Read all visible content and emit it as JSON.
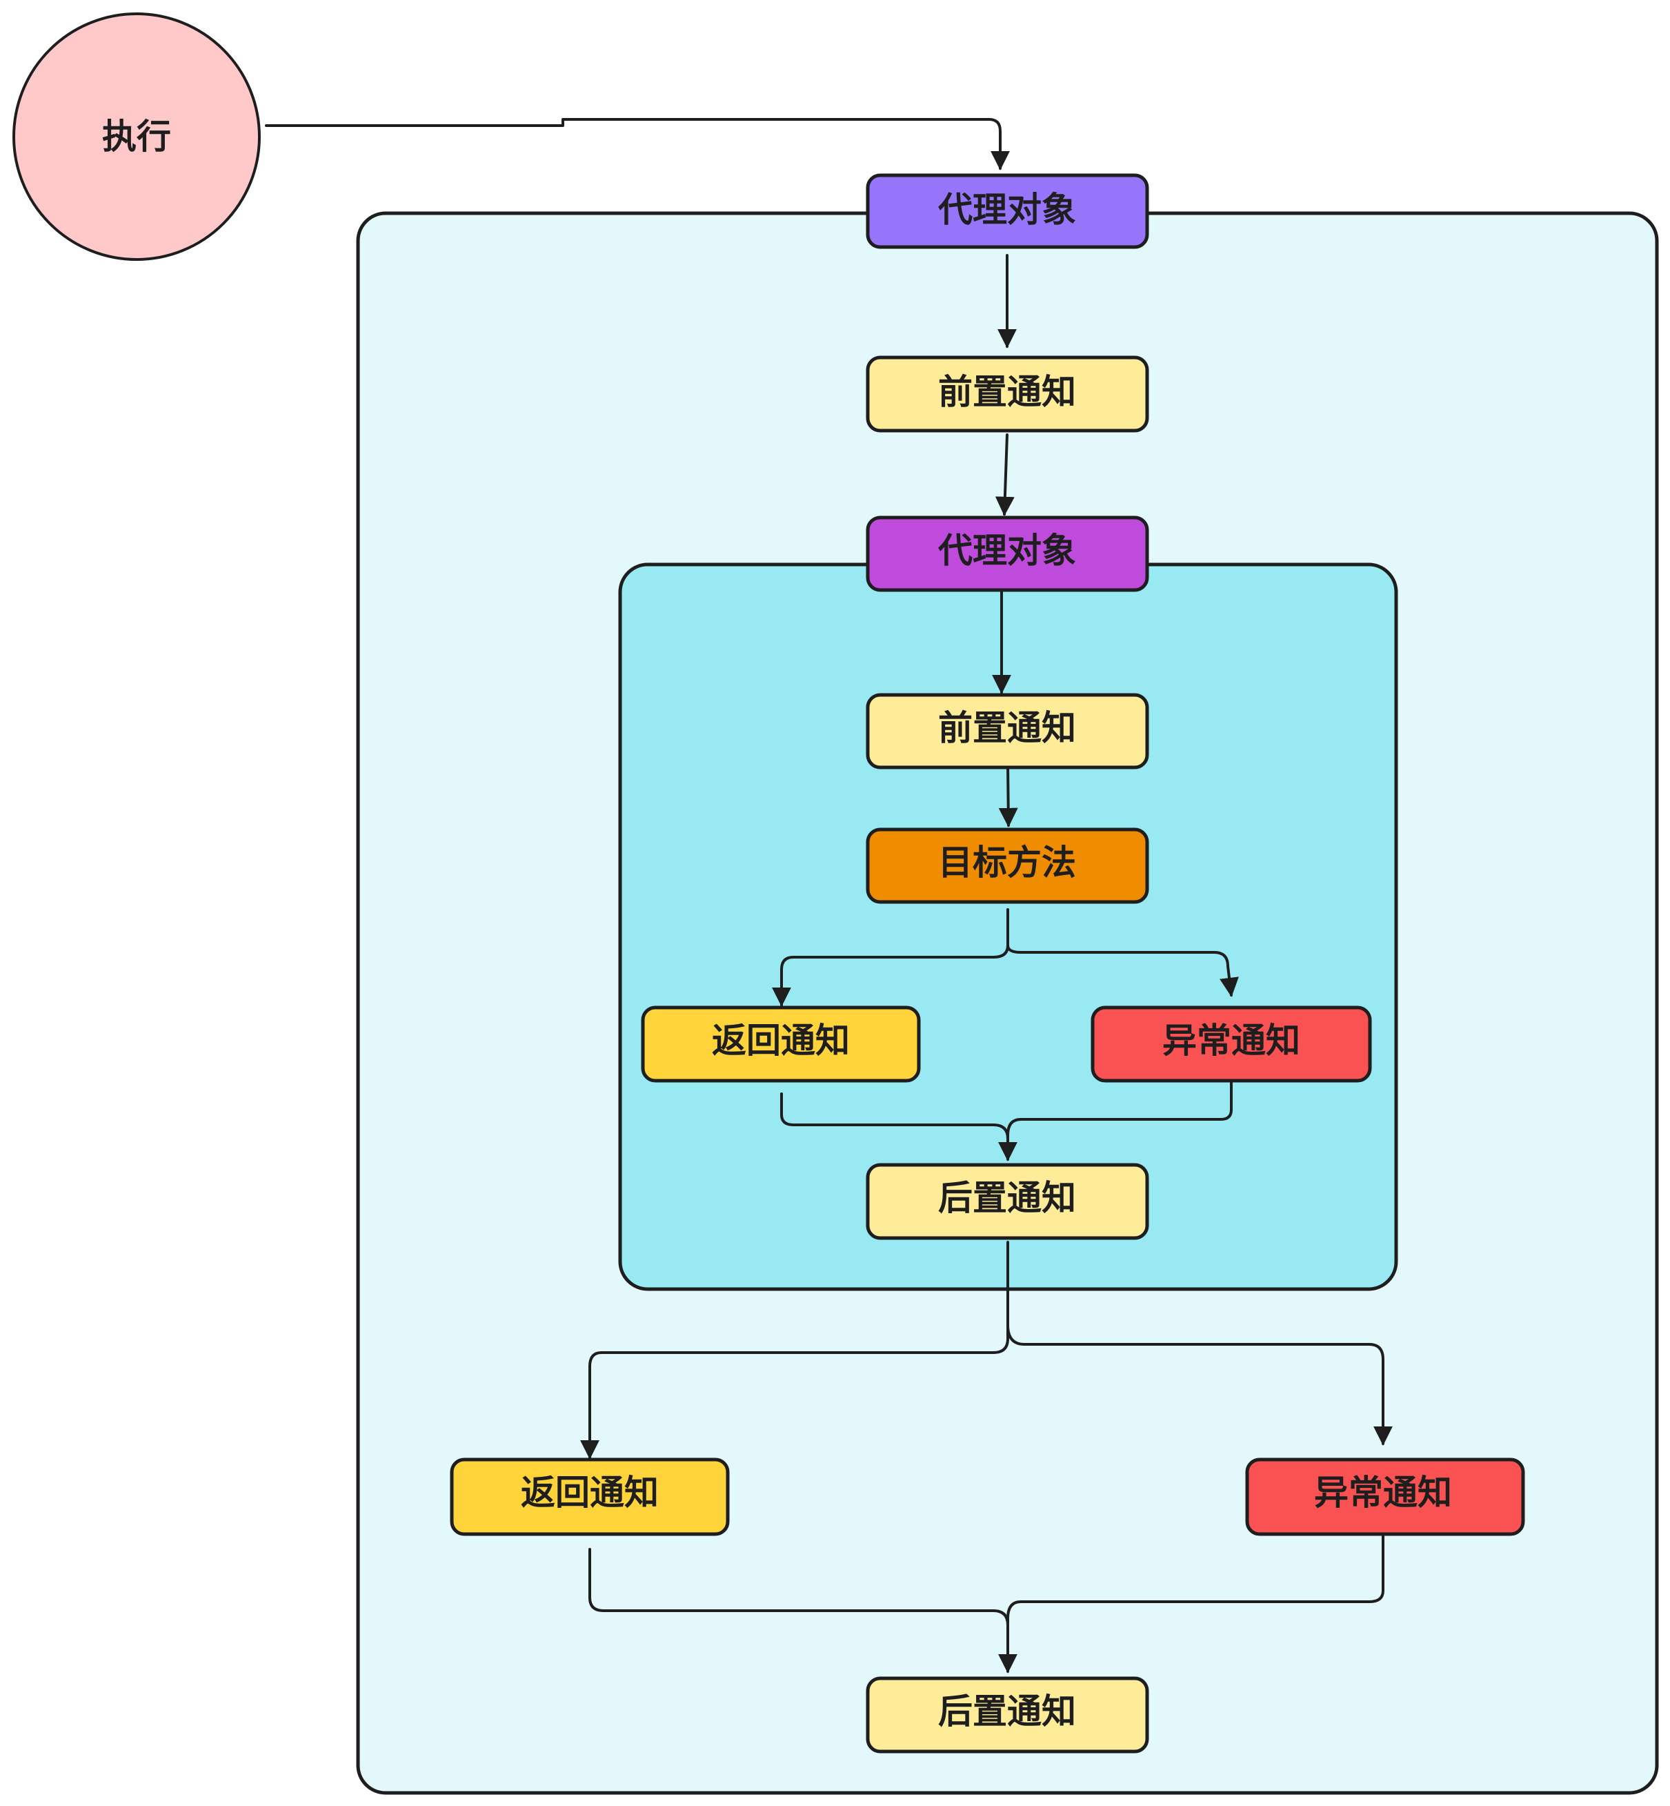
{
  "diagram": {
    "title": "",
    "colors": {
      "stroke": "#1e1e1e",
      "outer_container": "#e3f8fb",
      "inner_container": "#99e9f2",
      "start": "#ffc9c9",
      "proxy_outer": "#9775fa",
      "proxy_inner": "#be4bdb",
      "before": "#ffec99",
      "target": "#f08c00",
      "return": "#ffd43b",
      "exception": "#fa5252",
      "after": "#ffec99"
    },
    "start": {
      "label": "执行"
    },
    "outer": {
      "proxy": {
        "label": "代理对象"
      },
      "before": {
        "label": "前置通知"
      },
      "return": {
        "label": "返回通知"
      },
      "exception": {
        "label": "异常通知"
      },
      "after": {
        "label": "后置通知"
      }
    },
    "inner": {
      "proxy": {
        "label": "代理对象"
      },
      "before": {
        "label": "前置通知"
      },
      "target": {
        "label": "目标方法"
      },
      "return": {
        "label": "返回通知"
      },
      "exception": {
        "label": "异常通知"
      },
      "after": {
        "label": "后置通知"
      }
    },
    "edges": [
      {
        "from": "start",
        "to": "outer.proxy"
      },
      {
        "from": "outer.proxy",
        "to": "outer.before"
      },
      {
        "from": "outer.before",
        "to": "inner.proxy"
      },
      {
        "from": "inner.proxy",
        "to": "inner.before"
      },
      {
        "from": "inner.before",
        "to": "inner.target"
      },
      {
        "from": "inner.target",
        "to": "inner.return"
      },
      {
        "from": "inner.target",
        "to": "inner.exception"
      },
      {
        "from": "inner.return",
        "to": "inner.after"
      },
      {
        "from": "inner.exception",
        "to": "inner.after"
      },
      {
        "from": "inner.after",
        "to": "outer.return"
      },
      {
        "from": "inner.after",
        "to": "outer.exception"
      },
      {
        "from": "outer.return",
        "to": "outer.after"
      },
      {
        "from": "outer.exception",
        "to": "outer.after"
      }
    ]
  }
}
